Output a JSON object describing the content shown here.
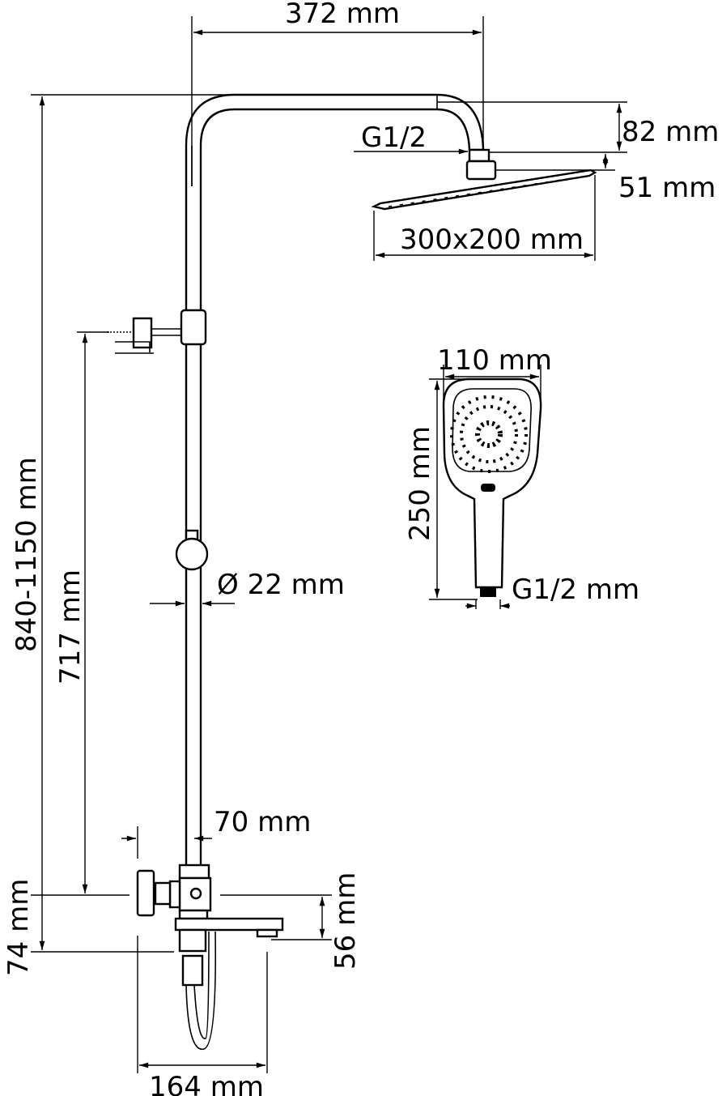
{
  "dimensions": {
    "arm_length": "372 mm",
    "total_height": "840-1150 mm",
    "arm_drop": "82 mm",
    "head_thickness": "51 mm",
    "head_thread": "G1/2",
    "head_size": "300x200 mm",
    "hand_width": "110 mm",
    "hand_length": "250 mm",
    "hand_thread": "G1/2 mm",
    "pipe_diameter": "Ø 22 mm",
    "bracket_height": "717 mm",
    "wall_offset": "70 mm",
    "mixer_height": "74 mm",
    "spout_drop": "56 mm",
    "spout_length": "164 mm"
  }
}
